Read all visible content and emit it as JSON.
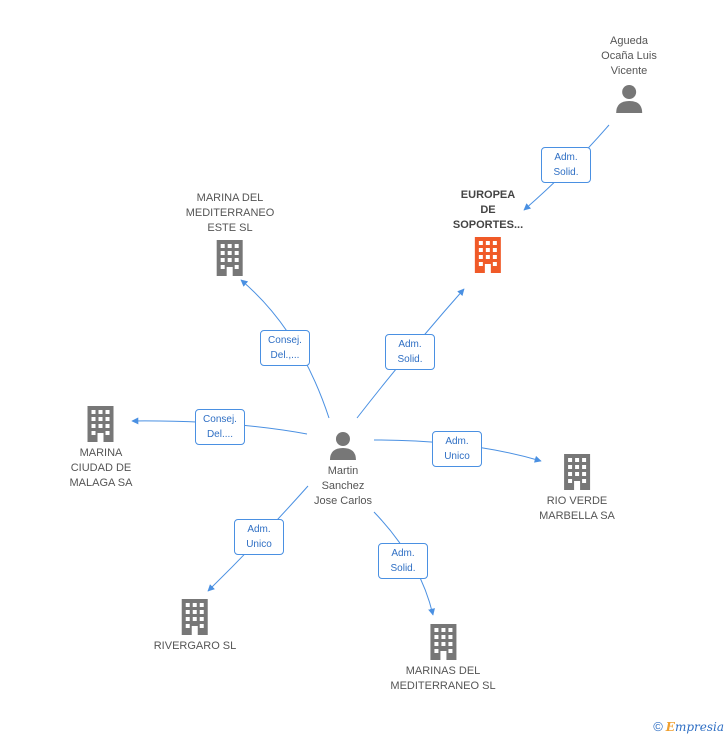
{
  "nodes": {
    "center": {
      "label": "Martin\nSanchez\nJose Carlos",
      "icon": "person-icon"
    },
    "agueda": {
      "label": "Agueda\nOcaña Luis\nVicente",
      "icon": "person-icon"
    },
    "europea": {
      "label": "EUROPEA\nDE\nSOPORTES...",
      "icon": "building-icon",
      "color": "#f05a28"
    },
    "marina_este": {
      "label": "MARINA DEL\nMEDITERRANEO\nESTE SL",
      "icon": "building-icon"
    },
    "marina_malaga": {
      "label": "MARINA\nCIUDAD DE\nMALAGA SA",
      "icon": "building-icon"
    },
    "rio_verde": {
      "label": "RIO VERDE\nMARBELLA SA",
      "icon": "building-icon"
    },
    "rivergaro": {
      "label": "RIVERGARO  SL",
      "icon": "building-icon"
    },
    "marinas_med": {
      "label": "MARINAS DEL\nMEDITERRANEO SL",
      "icon": "building-icon"
    }
  },
  "edges": {
    "agueda_europea": "Adm.\nSolid.",
    "center_europea": "Adm.\nSolid.",
    "center_marina_este": "Consej.\nDel.,...",
    "center_marina_malaga": "Consej.\nDel....",
    "center_rio_verde": "Adm.\nUnico",
    "center_rivergaro": "Adm.\nUnico",
    "center_marinas_med": "Adm.\nSolid."
  },
  "colors": {
    "edge": "#4a90e2",
    "node_gray": "#777777",
    "highlight": "#f05a28"
  },
  "watermark": {
    "copyright": "©",
    "brand_e": "E",
    "brand_rest": "mpresia"
  }
}
